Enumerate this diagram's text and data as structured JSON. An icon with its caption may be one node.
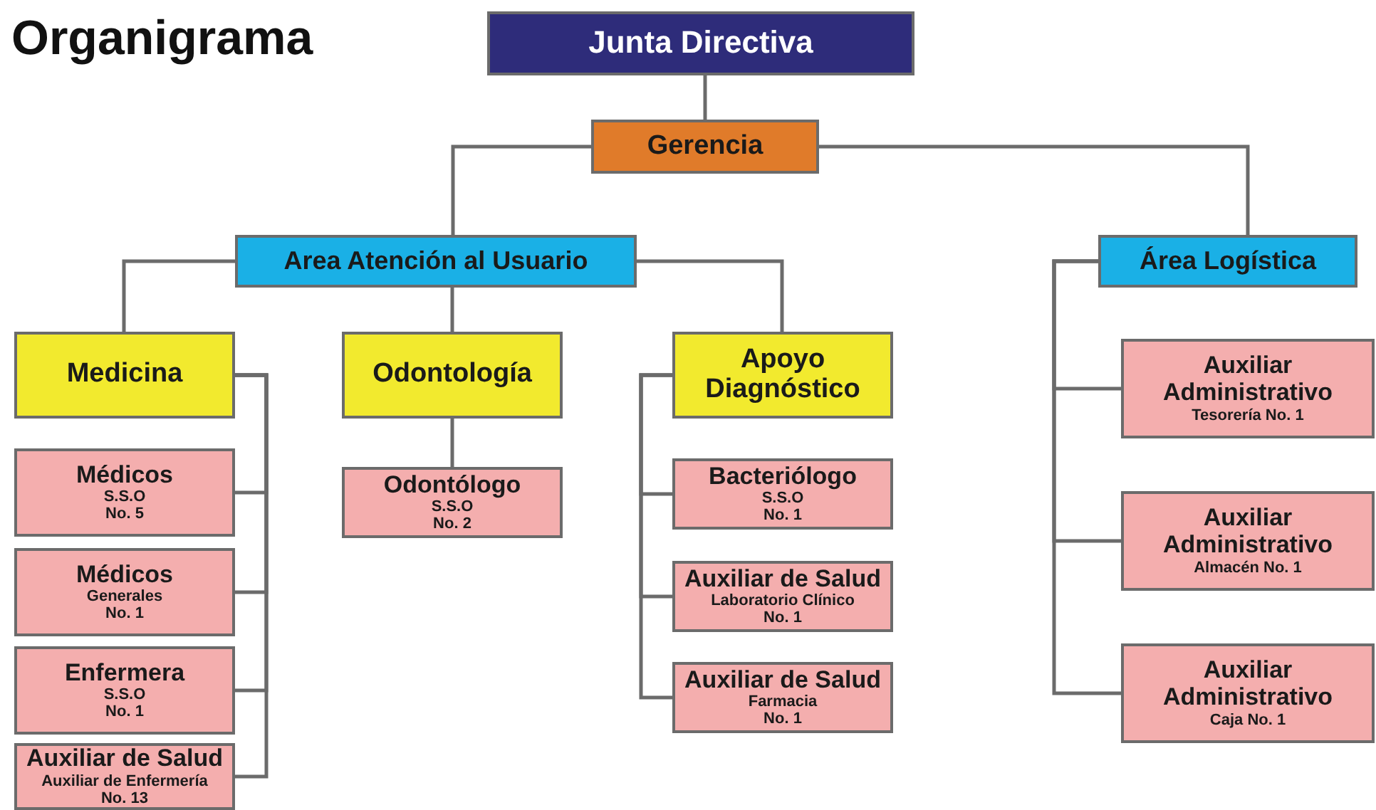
{
  "diagram": {
    "title": "Organigrama",
    "nodes": [
      {
        "text": [
          "Junta Directiva"
        ]
      },
      {
        "text": [
          "Gerencia"
        ]
      },
      {
        "text": [
          "Area Atención al Usuario"
        ]
      },
      {
        "text": [
          "Área Logística"
        ]
      },
      {
        "text": [
          "Medicina"
        ]
      },
      {
        "text": [
          "Odontología"
        ]
      },
      {
        "text": [
          "Apoyo Diagnóstico"
        ]
      },
      {
        "text": [
          "Médicos",
          "S.S.O",
          "No. 5"
        ]
      },
      {
        "text": [
          "Médicos",
          "Generales",
          "No. 1"
        ]
      },
      {
        "text": [
          "Enfermera",
          "S.S.O",
          "No. 1"
        ]
      },
      {
        "text": [
          "Auxiliar de Salud",
          "Auxiliar de Enfermería",
          "No. 13"
        ]
      },
      {
        "text": [
          "Odontólogo",
          "S.S.O",
          "No. 2"
        ]
      },
      {
        "text": [
          "Bacteriólogo",
          "S.S.O",
          "No. 1"
        ]
      },
      {
        "text": [
          "Auxiliar de Salud",
          "Laboratorio Clínico",
          "No. 1"
        ]
      },
      {
        "text": [
          "Auxiliar de Salud",
          "Farmacia",
          "No. 1"
        ]
      },
      {
        "text": [
          "Auxiliar Administrativo",
          "Tesorería No. 1"
        ]
      },
      {
        "text": [
          "Auxiliar Administrativo",
          "Almacén No. 1"
        ]
      },
      {
        "text": [
          "Auxiliar Administrativo",
          "Caja No. 1"
        ]
      }
    ],
    "edges": [
      {
        "from": 0,
        "to": 1,
        "arrow": "none"
      },
      {
        "from": 1,
        "to": 2,
        "arrow": "none"
      },
      {
        "from": 1,
        "to": 3,
        "arrow": "none"
      },
      {
        "from": 2,
        "to": 4,
        "arrow": "none"
      },
      {
        "from": 2,
        "to": 5,
        "arrow": "none"
      },
      {
        "from": 2,
        "to": 6,
        "arrow": "none"
      },
      {
        "from": 4,
        "to": 7,
        "arrow": "none"
      },
      {
        "from": 4,
        "to": 8,
        "arrow": "none"
      },
      {
        "from": 4,
        "to": 9,
        "arrow": "none"
      },
      {
        "from": 4,
        "to": 10,
        "arrow": "none"
      },
      {
        "from": 5,
        "to": 11,
        "arrow": "none"
      },
      {
        "from": 6,
        "to": 12,
        "arrow": "none"
      },
      {
        "from": 6,
        "to": 13,
        "arrow": "none"
      },
      {
        "from": 6,
        "to": 14,
        "arrow": "none"
      },
      {
        "from": 3,
        "to": 15,
        "arrow": "none"
      },
      {
        "from": 3,
        "to": 16,
        "arrow": "none"
      },
      {
        "from": 3,
        "to": 17,
        "arrow": "none"
      }
    ]
  }
}
